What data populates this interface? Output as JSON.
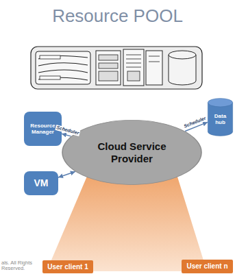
{
  "diagram": {
    "title": "Resource POOL",
    "nodes": [
      {
        "text": [
          "Resource Manager"
        ]
      },
      {
        "text": [
          "Data hub"
        ]
      },
      {
        "text": [
          "Cloud Service Provider"
        ]
      },
      {
        "text": [
          "VM"
        ]
      },
      {
        "text": [
          "User client 1"
        ]
      },
      {
        "text": [
          "User client n"
        ]
      }
    ],
    "edges": [
      {
        "from": 2,
        "to": 0,
        "label": "Scheduler",
        "arrow": "to"
      },
      {
        "from": 2,
        "to": 1,
        "label": "Scheduler",
        "arrow": "to"
      },
      {
        "from": 3,
        "to": 2,
        "arrow": "both"
      }
    ],
    "labels": [
      "als. All Rights Reserved."
    ]
  }
}
